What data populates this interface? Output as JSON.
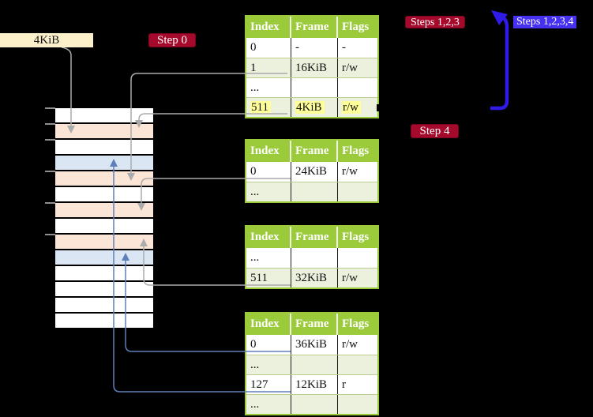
{
  "colors": {
    "background": "#000000",
    "table_header_green": "#9bca3b",
    "table_border_green": "#9bca3b",
    "table_row_shaded": "#ebf1dd",
    "highlight_yellow": "#ffff99",
    "step_label_red": "#a50a2c",
    "steps_label_blue": "#4731f0",
    "big_arrow_blue": "#2f1ae8",
    "pointer_gray": "#ababab",
    "pointer_blue": "#5e80b8",
    "frame_orange": "#fbe5d6",
    "frame_blue": "#dbe6f4",
    "size_label_cream": "#fbf0ca"
  },
  "labels": {
    "page_size": "4KiB",
    "step0": "Step 0",
    "steps123": "Steps 1,2,3",
    "steps1234": "Steps 1,2,3,4",
    "step4": "Step 4"
  },
  "memory": {
    "row_kinds": [
      "free",
      "page-table",
      "free",
      "mapped-page",
      "page-table",
      "free",
      "page-table",
      "free",
      "page-table",
      "mapped-page",
      "free",
      "free",
      "free",
      "free"
    ]
  },
  "tables": [
    {
      "name": "table-step0",
      "columns": [
        "Index",
        "Frame",
        "Flags"
      ],
      "rows": [
        {
          "index": "0",
          "frame": "-",
          "flags": "-",
          "shaded": false,
          "highlight": false
        },
        {
          "index": "1",
          "frame": "16KiB",
          "flags": "r/w",
          "shaded": true,
          "highlight": false
        },
        {
          "index": "...",
          "frame": "",
          "flags": "",
          "shaded": false,
          "highlight": false
        },
        {
          "index": "511",
          "frame": "4KiB",
          "flags": "r/w",
          "shaded": true,
          "highlight": true
        }
      ]
    },
    {
      "name": "table-level3",
      "columns": [
        "Index",
        "Frame",
        "Flags"
      ],
      "rows": [
        {
          "index": "0",
          "frame": "24KiB",
          "flags": "r/w",
          "shaded": false,
          "highlight": false
        },
        {
          "index": "...",
          "frame": "",
          "flags": "",
          "shaded": true,
          "highlight": false
        }
      ]
    },
    {
      "name": "table-level2",
      "columns": [
        "Index",
        "Frame",
        "Flags"
      ],
      "rows": [
        {
          "index": "...",
          "frame": "",
          "flags": "",
          "shaded": false,
          "highlight": false
        },
        {
          "index": "511",
          "frame": "32KiB",
          "flags": "r/w",
          "shaded": true,
          "highlight": false
        }
      ]
    },
    {
      "name": "table-level1",
      "columns": [
        "Index",
        "Frame",
        "Flags"
      ],
      "rows": [
        {
          "index": "0",
          "frame": "36KiB",
          "flags": "r/w",
          "shaded": false,
          "highlight": false
        },
        {
          "index": "...",
          "frame": "",
          "flags": "",
          "shaded": true,
          "highlight": false
        },
        {
          "index": "127",
          "frame": "12KiB",
          "flags": "r",
          "shaded": false,
          "highlight": false
        },
        {
          "index": "...",
          "frame": "",
          "flags": "",
          "shaded": true,
          "highlight": false
        }
      ]
    }
  ],
  "connections": [
    {
      "from_table": 0,
      "from_row_index": "1",
      "frame": "16KiB",
      "to_memory_row": 5,
      "style": "gray"
    },
    {
      "from_table": 0,
      "from_row_index": "511",
      "frame": "4KiB",
      "to_memory_row": 2,
      "style": "gray"
    },
    {
      "from_table": 1,
      "from_row_index": "0",
      "frame": "24KiB",
      "to_memory_row": 7,
      "style": "gray"
    },
    {
      "from_table": 2,
      "from_row_index": "511",
      "frame": "32KiB",
      "to_memory_row": 9,
      "style": "gray"
    },
    {
      "from_table": 3,
      "from_row_index": "0",
      "frame": "36KiB",
      "to_memory_row": 10,
      "style": "blue"
    },
    {
      "from_table": 3,
      "from_row_index": "127",
      "frame": "12KiB",
      "to_memory_row": 4,
      "style": "blue"
    },
    {
      "from_label": "4KiB",
      "to_memory_row": 2,
      "style": "gray"
    }
  ]
}
